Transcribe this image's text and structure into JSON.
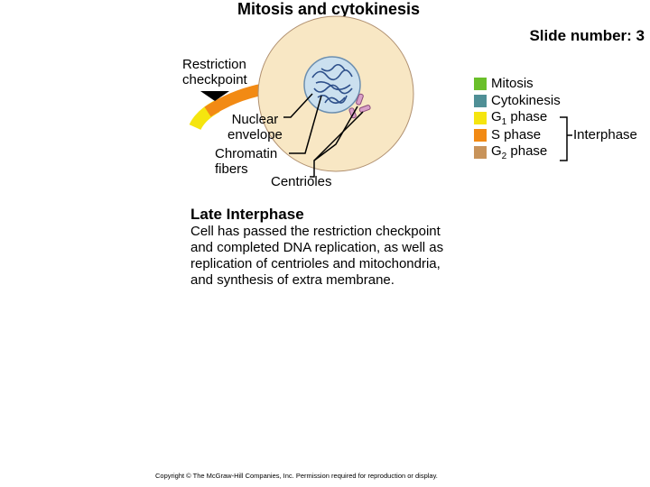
{
  "header": {
    "title": "Mitosis and cytokinesis",
    "slide_number": "Slide number: 3"
  },
  "diagram": {
    "labels": {
      "restriction_checkpoint": [
        "Restriction",
        "checkpoint"
      ],
      "nuclear_envelope": [
        "Nuclear",
        "envelope"
      ],
      "chromatin_fibers": [
        "Chromatin",
        "fibers"
      ],
      "centrioles": "Centrioles"
    },
    "colors": {
      "g1": "#f5e50f",
      "s": "#f28a14",
      "g2": "#c8935a",
      "mitosis": "#6abf2a",
      "cytokinesis": "#4f8f96",
      "cell": "#f8e7c4",
      "nucleus": "#cbe0ef",
      "chromatin": "#2d4f8a"
    }
  },
  "legend": {
    "items": [
      {
        "label": "Mitosis",
        "color": "#6abf2a"
      },
      {
        "label": "Cytokinesis",
        "color": "#4f8f96"
      },
      {
        "label": "G",
        "sub": "1",
        "suffix": " phase",
        "color": "#f5e50f"
      },
      {
        "label": "S phase",
        "color": "#f28a14"
      },
      {
        "label": "G",
        "sub": "2",
        "suffix": " phase",
        "color": "#c8935a"
      }
    ],
    "group_label": "Interphase"
  },
  "caption": {
    "title": "Late Interphase",
    "body": "Cell has passed the restriction checkpoint and completed DNA replication, as well as replication of centrioles and mitochondria, and synthesis of extra membrane."
  },
  "footer": {
    "copyright": "Copyright © The McGraw-Hill Companies, Inc. Permission required for reproduction or display."
  }
}
